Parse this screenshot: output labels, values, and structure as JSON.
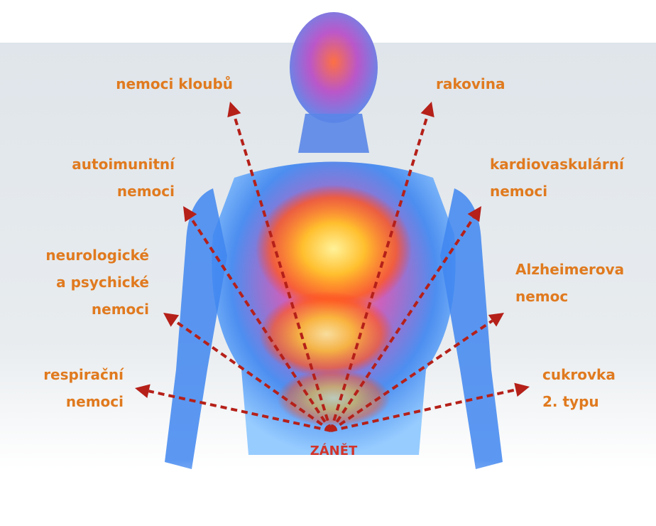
{
  "center": {
    "label": "ZÁNĚT"
  },
  "effects": [
    {
      "id": "joint",
      "label": "nemoci kloubů"
    },
    {
      "id": "cancer",
      "label": "rakovina"
    },
    {
      "id": "autoimmune",
      "label": "autoimunitní\nnemoci"
    },
    {
      "id": "cardio",
      "label": "kardiovaskulární\nnemoci"
    },
    {
      "id": "neuro",
      "label": "neurologické\na psychické\nnemoci"
    },
    {
      "id": "alzheimer",
      "label": "Alzheimerova\nnemoc"
    },
    {
      "id": "respiratory",
      "label": "respirační\nnemoci"
    },
    {
      "id": "diabetes",
      "label": "cukrovka\n2. typu"
    }
  ],
  "colors": {
    "label": "#e07a1f",
    "arrow": "#b52019",
    "center_label": "#d3342a",
    "body_glow": "#2f8fe8",
    "fire": "#ffb400"
  }
}
